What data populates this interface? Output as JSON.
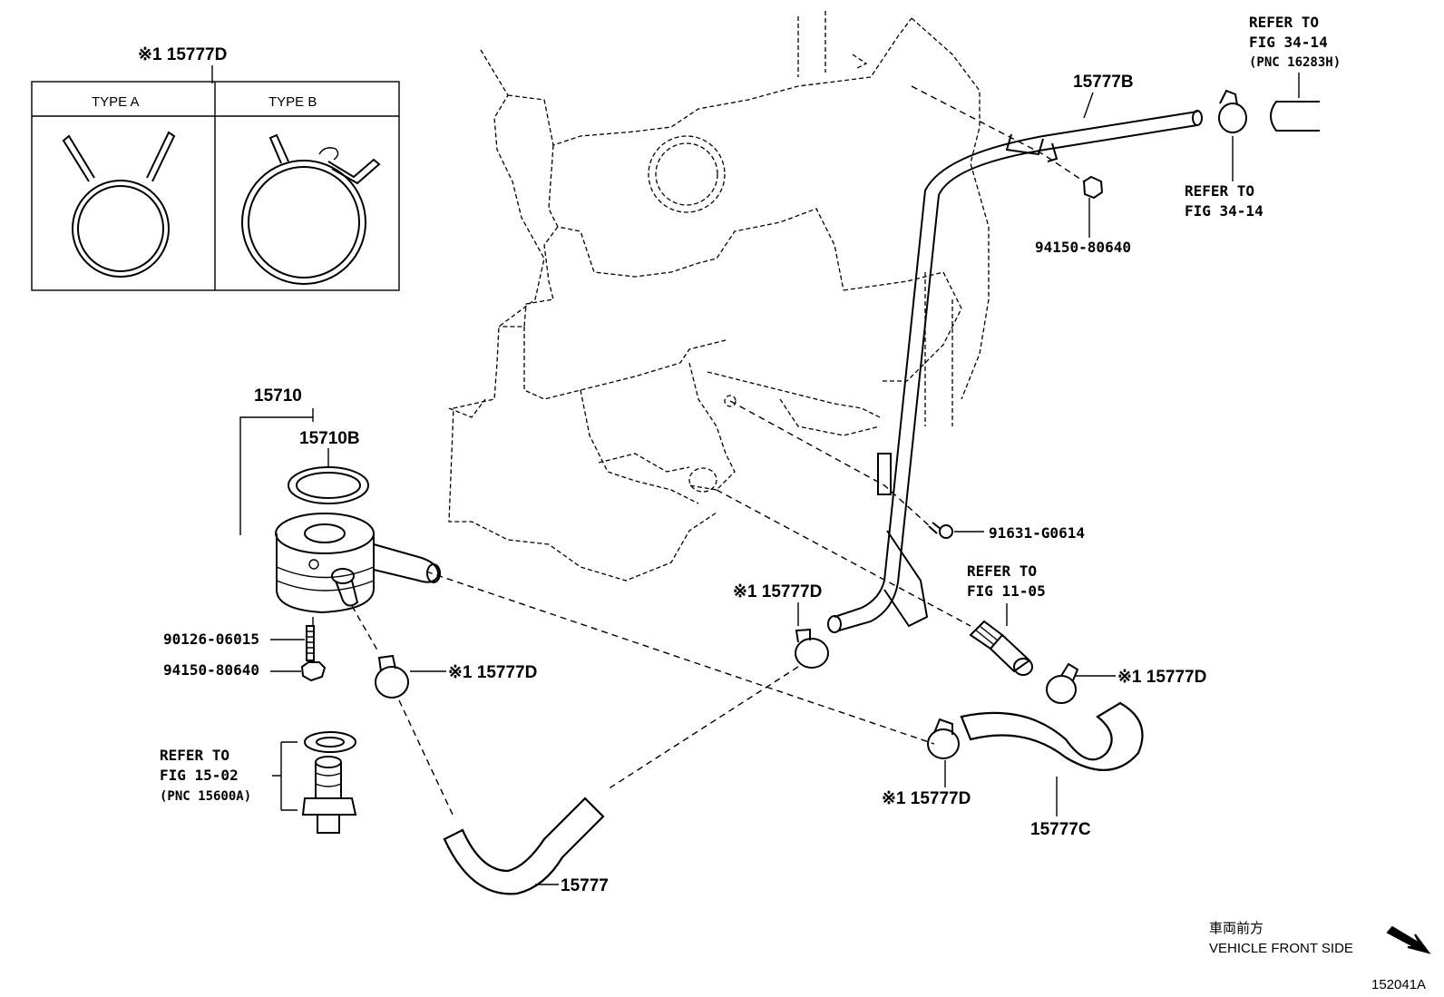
{
  "diagram": {
    "figure_number": "152041A",
    "front_side": {
      "japanese": "車両前方",
      "english": "VEHICLE FRONT SIDE"
    },
    "inset": {
      "label": "※1 15777D",
      "type_a": "TYPE A",
      "type_b": "TYPE B"
    },
    "labels": {
      "p15710": "15710",
      "p15710B": "15710B",
      "p15777B": "15777B",
      "p15777C": "15777C",
      "p15777": "15777",
      "clamp_mid": "※1 15777D",
      "clamp_left": "※1 15777D",
      "clamp_right": "※1 15777D",
      "clamp_bottom": "※1 15777D",
      "nut_top": "94150-80640",
      "bolt_left": "90126-06015",
      "nut_left": "94150-80640",
      "bolt_right": "91631-G0614"
    },
    "refs": {
      "fig_34_14_top": [
        "REFER TO",
        "FIG 34-14",
        "(PNC 16283H)"
      ],
      "fig_34_14_mid": [
        "REFER TO",
        "FIG 34-14"
      ],
      "fig_11_05": [
        "REFER TO",
        "FIG 11-05"
      ],
      "fig_15_02": [
        "REFER TO",
        "FIG 15-02",
        "(PNC 15600A)"
      ]
    }
  }
}
